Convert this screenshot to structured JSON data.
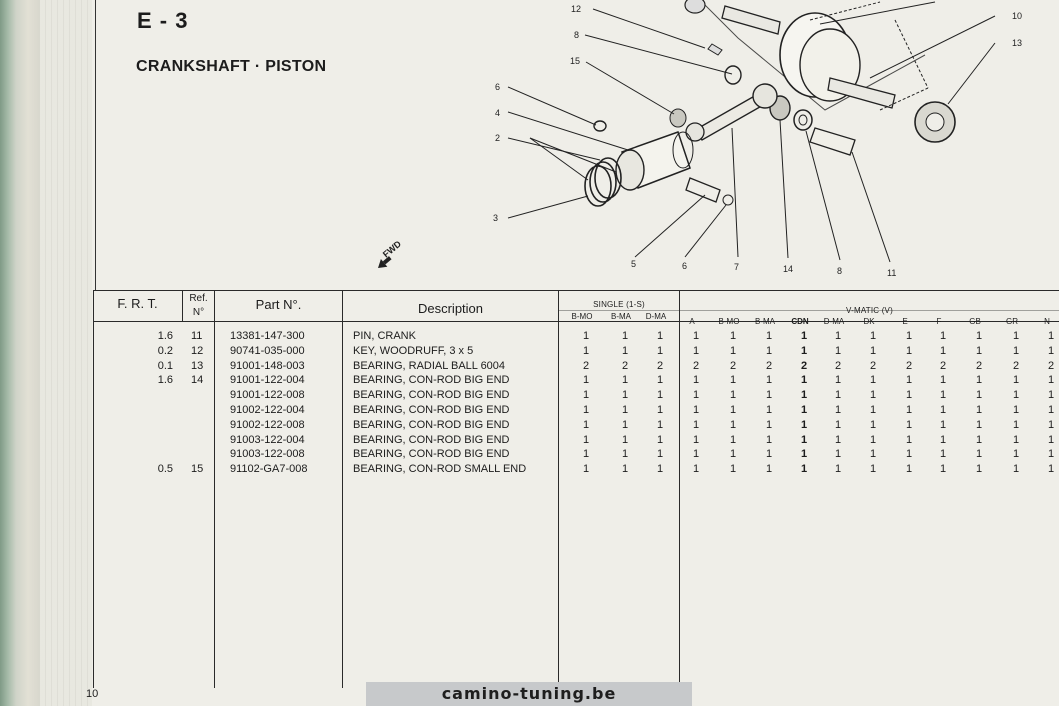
{
  "header": {
    "section_id": "E - 3",
    "title": "CRANKSHAFT · PISTON"
  },
  "diagram": {
    "fwd_label": "FWD",
    "callouts": [
      "12",
      "8",
      "15",
      "6",
      "4",
      "2",
      "3",
      "10",
      "13",
      "5",
      "6",
      "7",
      "14",
      "8",
      "11"
    ]
  },
  "table": {
    "headers": {
      "frt": "F. R. T.",
      "ref_line1": "Ref.",
      "ref_line2": "N°",
      "part_no": "Part N°.",
      "description": "Description",
      "single_group": "SINGLE (1-S)",
      "vmatic_group": "V-MATIC (V)"
    },
    "single_columns": [
      "B-MO",
      "B-MA",
      "D-MA"
    ],
    "vmatic_columns": [
      "A",
      "B-MO",
      "B-MA",
      "CDN",
      "D-MA",
      "DK",
      "E",
      "F",
      "GB",
      "GR",
      "N"
    ],
    "rows": [
      {
        "frt": "1.6",
        "ref": "11",
        "part": "13381-147-300",
        "desc": "PIN, CRANK",
        "qty": [
          "1",
          "1",
          "1",
          "1",
          "1",
          "1",
          "1",
          "1",
          "1",
          "1",
          "1",
          "1",
          "1",
          "1"
        ]
      },
      {
        "frt": "0.2",
        "ref": "12",
        "part": "90741-035-000",
        "desc": "KEY, WOODRUFF, 3 x 5",
        "qty": [
          "1",
          "1",
          "1",
          "1",
          "1",
          "1",
          "1",
          "1",
          "1",
          "1",
          "1",
          "1",
          "1",
          "1"
        ]
      },
      {
        "frt": "0.1",
        "ref": "13",
        "part": "91001-148-003",
        "desc": "BEARING, RADIAL BALL 6004",
        "qty": [
          "2",
          "2",
          "2",
          "2",
          "2",
          "2",
          "2",
          "2",
          "2",
          "2",
          "2",
          "2",
          "2",
          "2"
        ]
      },
      {
        "frt": "1.6",
        "ref": "14",
        "part": "91001-122-004",
        "desc": "BEARING, CON-ROD BIG END",
        "qty": [
          "1",
          "1",
          "1",
          "1",
          "1",
          "1",
          "1",
          "1",
          "1",
          "1",
          "1",
          "1",
          "1",
          "1"
        ]
      },
      {
        "frt": "",
        "ref": "",
        "part": "91001-122-008",
        "desc": "BEARING, CON-ROD BIG END",
        "qty": [
          "1",
          "1",
          "1",
          "1",
          "1",
          "1",
          "1",
          "1",
          "1",
          "1",
          "1",
          "1",
          "1",
          "1"
        ]
      },
      {
        "frt": "",
        "ref": "",
        "part": "91002-122-004",
        "desc": "BEARING, CON-ROD BIG END",
        "qty": [
          "1",
          "1",
          "1",
          "1",
          "1",
          "1",
          "1",
          "1",
          "1",
          "1",
          "1",
          "1",
          "1",
          "1"
        ]
      },
      {
        "frt": "",
        "ref": "",
        "part": "91002-122-008",
        "desc": "BEARING, CON-ROD BIG END",
        "qty": [
          "1",
          "1",
          "1",
          "1",
          "1",
          "1",
          "1",
          "1",
          "1",
          "1",
          "1",
          "1",
          "1",
          "1"
        ]
      },
      {
        "frt": "",
        "ref": "",
        "part": "91003-122-004",
        "desc": "BEARING, CON-ROD BIG END",
        "qty": [
          "1",
          "1",
          "1",
          "1",
          "1",
          "1",
          "1",
          "1",
          "1",
          "1",
          "1",
          "1",
          "1",
          "1"
        ]
      },
      {
        "frt": "",
        "ref": "",
        "part": "91003-122-008",
        "desc": "BEARING, CON-ROD BIG END",
        "qty": [
          "1",
          "1",
          "1",
          "1",
          "1",
          "1",
          "1",
          "1",
          "1",
          "1",
          "1",
          "1",
          "1",
          "1"
        ]
      },
      {
        "frt": "0.5",
        "ref": "15",
        "part": "91102-GA7-008",
        "desc": "BEARING, CON-ROD SMALL END",
        "qty": [
          "1",
          "1",
          "1",
          "1",
          "1",
          "1",
          "1",
          "1",
          "1",
          "1",
          "1",
          "1",
          "1",
          "1"
        ]
      }
    ]
  },
  "footer": {
    "page_number": "10",
    "watermark": "camino-tuning.be"
  }
}
